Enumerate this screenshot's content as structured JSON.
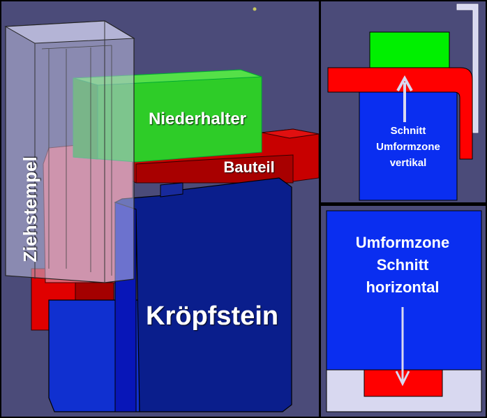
{
  "main_view": {
    "labels": {
      "ziehstempel": "Ziehstempel",
      "niederhalter": "Niederhalter",
      "bauteil": "Bauteil",
      "kroepfstein": "Kröpfstein"
    }
  },
  "section_vertical": {
    "label_line1": "Schnitt",
    "label_line2": "Umformzone",
    "label_line3": "vertikal"
  },
  "section_horizontal": {
    "label_line1": "Umformzone",
    "label_line2": "Schnitt",
    "label_line3": "horizontal"
  },
  "colors": {
    "background": "#4a4a78",
    "kroepfstein": "#0a1e8c",
    "niederhalter": "#2ecc28",
    "bauteil": "#d40000",
    "ziehstempel": "#b8b8d8",
    "section_blue": "#0a2ef0",
    "section_green": "#00f000",
    "section_red": "#ff0000",
    "section_light": "#d8d8f0"
  }
}
